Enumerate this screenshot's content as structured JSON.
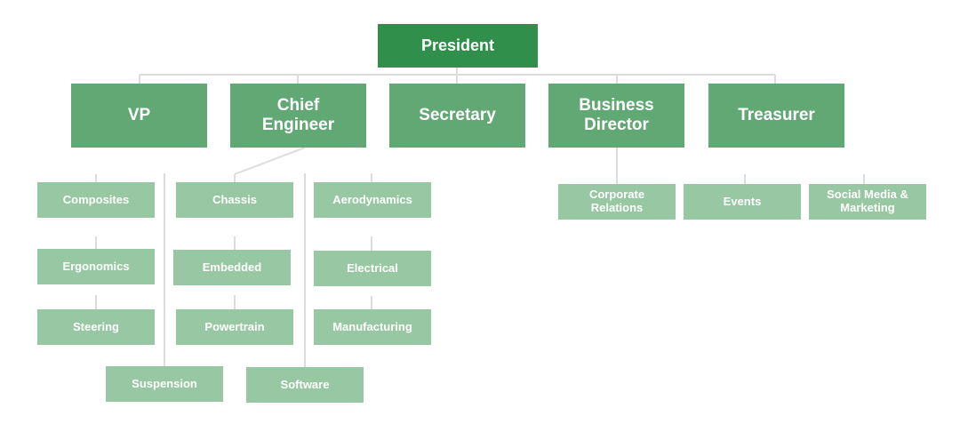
{
  "org_chart": {
    "president": "President",
    "level1": {
      "vp": "VP",
      "chief_engineer": "Chief\nEngineer",
      "secretary": "Secretary",
      "business_director": "Business\nDirector",
      "treasurer": "Treasurer"
    },
    "teams": {
      "composites": "Composites",
      "ergonomics": "Ergonomics",
      "steering": "Steering",
      "suspension": "Suspension",
      "chassis": "Chassis",
      "embedded": "Embedded",
      "powertrain": "Powertrain",
      "software": "Software",
      "aerodynamics": "Aerodynamics",
      "electrical": "Electrical",
      "manufacturing": "Manufacturing",
      "corporate_relations": "Corporate\nRelations",
      "events": "Events",
      "social_media_marketing": "Social Media &\nMarketing"
    }
  },
  "colors": {
    "top_node": "#2f8f4b",
    "level1_node": "#62a875",
    "team_node": "#97c8a3",
    "connector": "#dcdcdc"
  }
}
